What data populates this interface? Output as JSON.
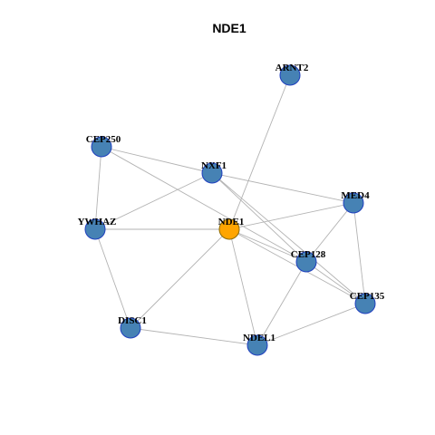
{
  "title": "NDE1",
  "colors": {
    "node_fill": "#4682B4",
    "node_stroke": "#1F3FBF",
    "center_fill": "#FFA500",
    "center_stroke": "#8C6A00",
    "edge": "#B3B3B3"
  },
  "nodes": [
    {
      "id": "ARNT2",
      "center": false
    },
    {
      "id": "CEP250",
      "center": false
    },
    {
      "id": "NXF1",
      "center": false
    },
    {
      "id": "MED4",
      "center": false
    },
    {
      "id": "YWHAZ",
      "center": false
    },
    {
      "id": "NDE1",
      "center": true
    },
    {
      "id": "CEP128",
      "center": false
    },
    {
      "id": "CEP135",
      "center": false
    },
    {
      "id": "DISC1",
      "center": false
    },
    {
      "id": "NDEL1",
      "center": false
    }
  ],
  "edges": [
    [
      "ARNT2",
      "NDE1"
    ],
    [
      "CEP250",
      "NXF1"
    ],
    [
      "CEP250",
      "YWHAZ"
    ],
    [
      "CEP250",
      "CEP128"
    ],
    [
      "NXF1",
      "YWHAZ"
    ],
    [
      "NXF1",
      "MED4"
    ],
    [
      "NXF1",
      "CEP135"
    ],
    [
      "NXF1",
      "CEP128"
    ],
    [
      "YWHAZ",
      "NDE1"
    ],
    [
      "YWHAZ",
      "DISC1"
    ],
    [
      "NDE1",
      "MED4"
    ],
    [
      "NDE1",
      "CEP128"
    ],
    [
      "NDE1",
      "CEP135"
    ],
    [
      "NDE1",
      "DISC1"
    ],
    [
      "NDE1",
      "NDEL1"
    ],
    [
      "MED4",
      "CEP128"
    ],
    [
      "MED4",
      "CEP135"
    ],
    [
      "CEP128",
      "NDEL1"
    ],
    [
      "CEP128",
      "CEP135"
    ],
    [
      "CEP135",
      "NDEL1"
    ],
    [
      "DISC1",
      "NDEL1"
    ]
  ]
}
